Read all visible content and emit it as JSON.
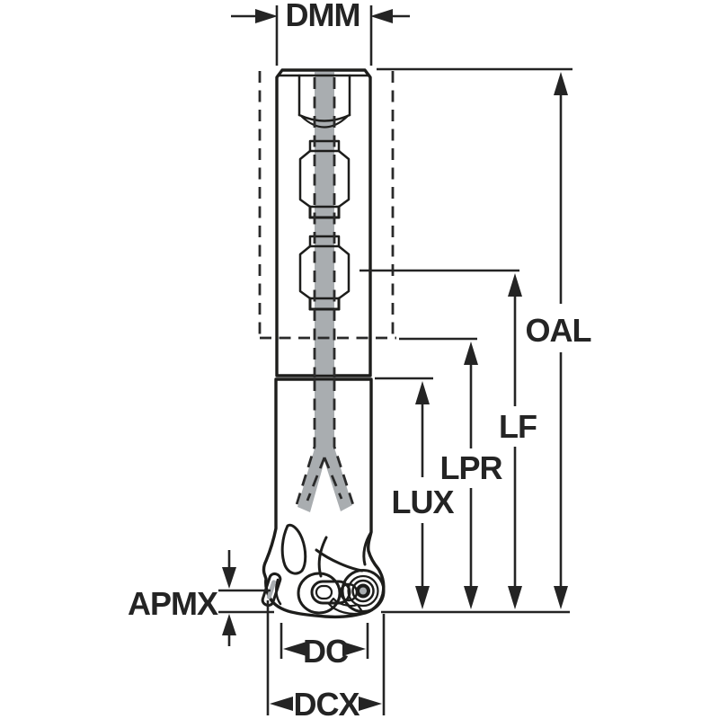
{
  "diagram": {
    "type": "tool-dimension-drawing",
    "subject": "indexable round-insert milling cutter, side view",
    "dimension_labels": {
      "dmm": "DMM",
      "oal": "OAL",
      "lf": "LF",
      "lpr": "LPR",
      "lux": "LUX",
      "apmx": "APMX",
      "dc": "DC",
      "dcx": "DCX"
    }
  },
  "colors": {
    "background": "#ffffff",
    "body_gray": "#c9cdce",
    "core_gray": "#a9adb0",
    "insert_yellow": "#fcdf00",
    "outline_black": "#1d1d1b",
    "dimension_black": "#242424"
  }
}
